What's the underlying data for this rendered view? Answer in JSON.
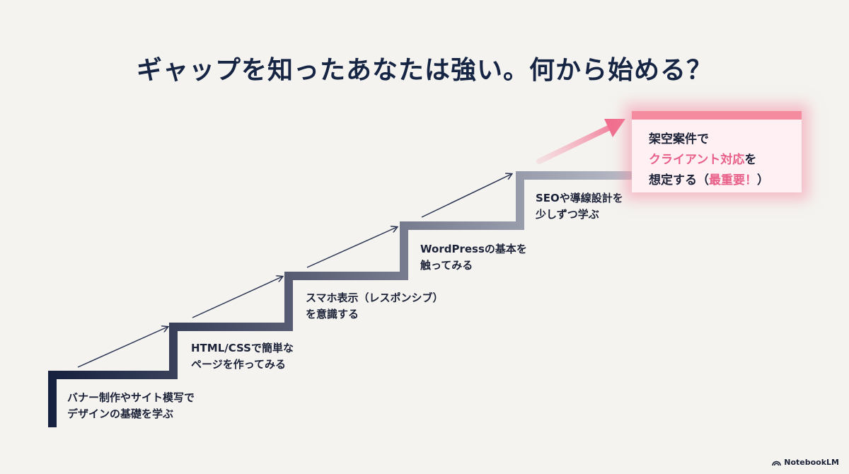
{
  "title": "ギャップを知ったあなたは強い。何から始める？",
  "steps": [
    {
      "line1": "バナー制作やサイト模写で",
      "line2": "デザインの基礎を学ぶ"
    },
    {
      "line1": "HTML/CSSで簡単な",
      "line2": "ページを作ってみる"
    },
    {
      "line1": "スマホ表示（レスポンシブ）",
      "line2": "を意識する"
    },
    {
      "line1": "WordPressの基本を",
      "line2": "触ってみる"
    },
    {
      "line1": "SEOや導線設計を",
      "line2": "少しずつ学ぶ"
    }
  ],
  "goal": {
    "line1": "架空案件で",
    "line2_highlight": "クライアント対応",
    "line2_rest": "を",
    "line3_start": "想定する（",
    "line3_highlight": "最重要！",
    "line3_end": "）"
  },
  "brand": "NotebookLM",
  "colors": {
    "navy": "#172545",
    "accent_pink": "#e8608a",
    "glow_pink": "#f48b9f"
  }
}
